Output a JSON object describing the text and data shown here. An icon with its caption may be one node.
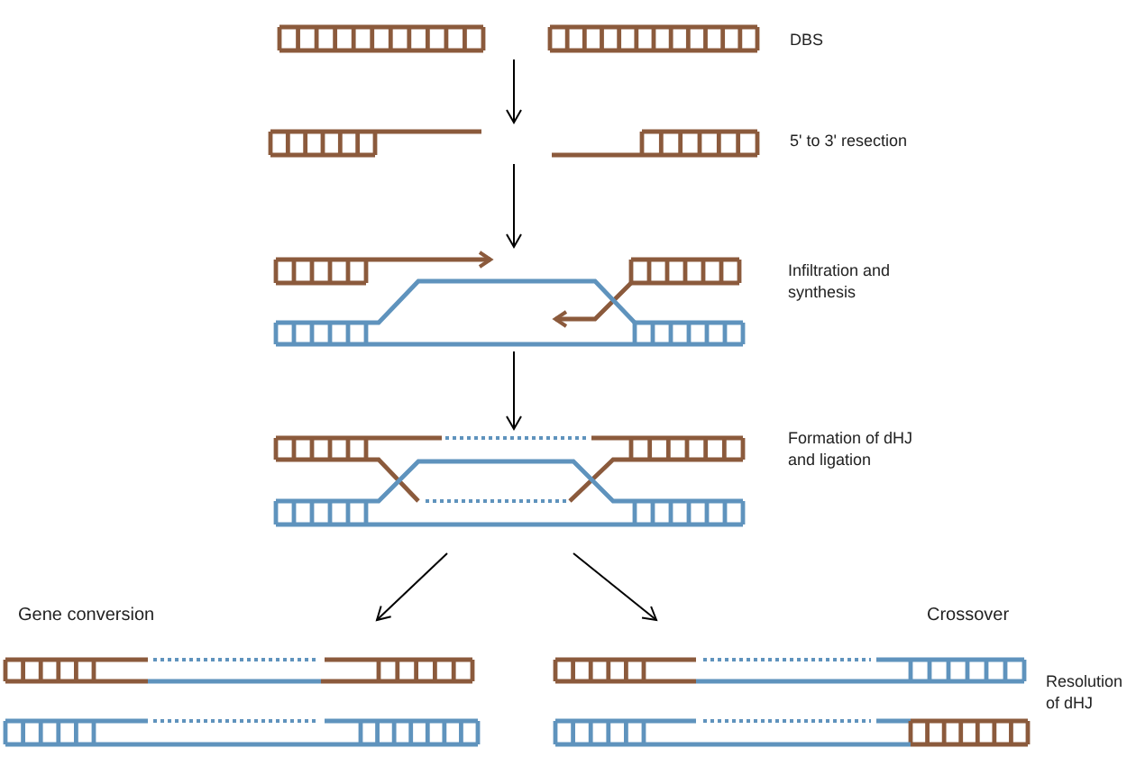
{
  "diagram": {
    "nodes": [
      {
        "text": [],
        "shape": "picture",
        "beside": [
          "DBS"
        ]
      },
      {
        "text": [],
        "shape": "picture",
        "beside": [
          "5' to 3' resection"
        ]
      },
      {
        "text": [],
        "shape": "picture",
        "beside": [
          "Infiltration and synthesis"
        ]
      },
      {
        "text": [],
        "shape": "picture",
        "beside": [
          "Formation of dHJ and ligation"
        ]
      },
      {
        "text": [],
        "shape": "picture",
        "beside": [
          "Gene conversion"
        ]
      },
      {
        "text": [],
        "shape": "picture",
        "beside": [
          "Crossover"
        ]
      }
    ],
    "edges": [
      {
        "from": 0,
        "to": 1,
        "arrow": "to"
      },
      {
        "from": 1,
        "to": 2,
        "arrow": "to"
      },
      {
        "from": 2,
        "to": 3,
        "arrow": "to"
      },
      {
        "from": 3,
        "to": 4,
        "arrow": "to"
      },
      {
        "from": 3,
        "to": 5,
        "arrow": "to"
      }
    ],
    "labels": [
      "Resolution of dHJ"
    ]
  }
}
